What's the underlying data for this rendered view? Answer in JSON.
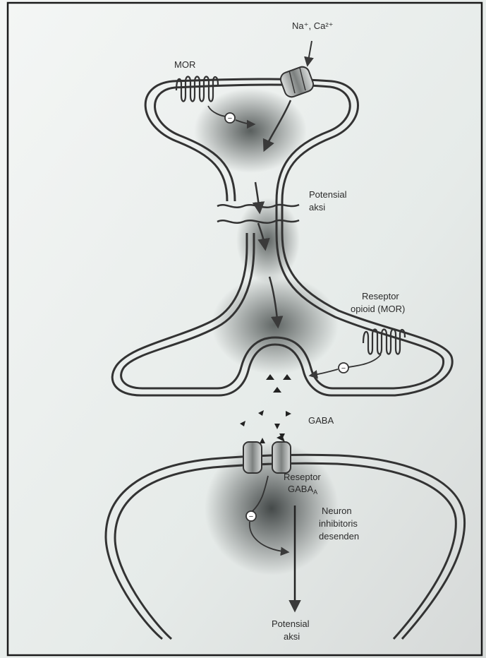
{
  "labels": {
    "ions": "Na⁺, Ca²⁺",
    "mor_top": "MOR",
    "ap_mid_1": "Potensial",
    "ap_mid_2": "aksi",
    "receptor_opioid_1": "Reseptor",
    "receptor_opioid_2": "opioid (MOR)",
    "gaba": "GABA",
    "gaba_receptor_1": "Reseptor",
    "gaba_receptor_2": "GABA",
    "gaba_receptor_sub": "A",
    "neuron_1": "Neuron",
    "neuron_2": "inhibitoris",
    "neuron_3": "desenden",
    "ap_bottom_1": "Potensial",
    "ap_bottom_2": "aksi"
  },
  "symbols": {
    "inhibit": "−"
  },
  "colors": {
    "paper": "#e7ebe9",
    "line": "#3a3a3a",
    "shade": "#4a4e4d"
  }
}
